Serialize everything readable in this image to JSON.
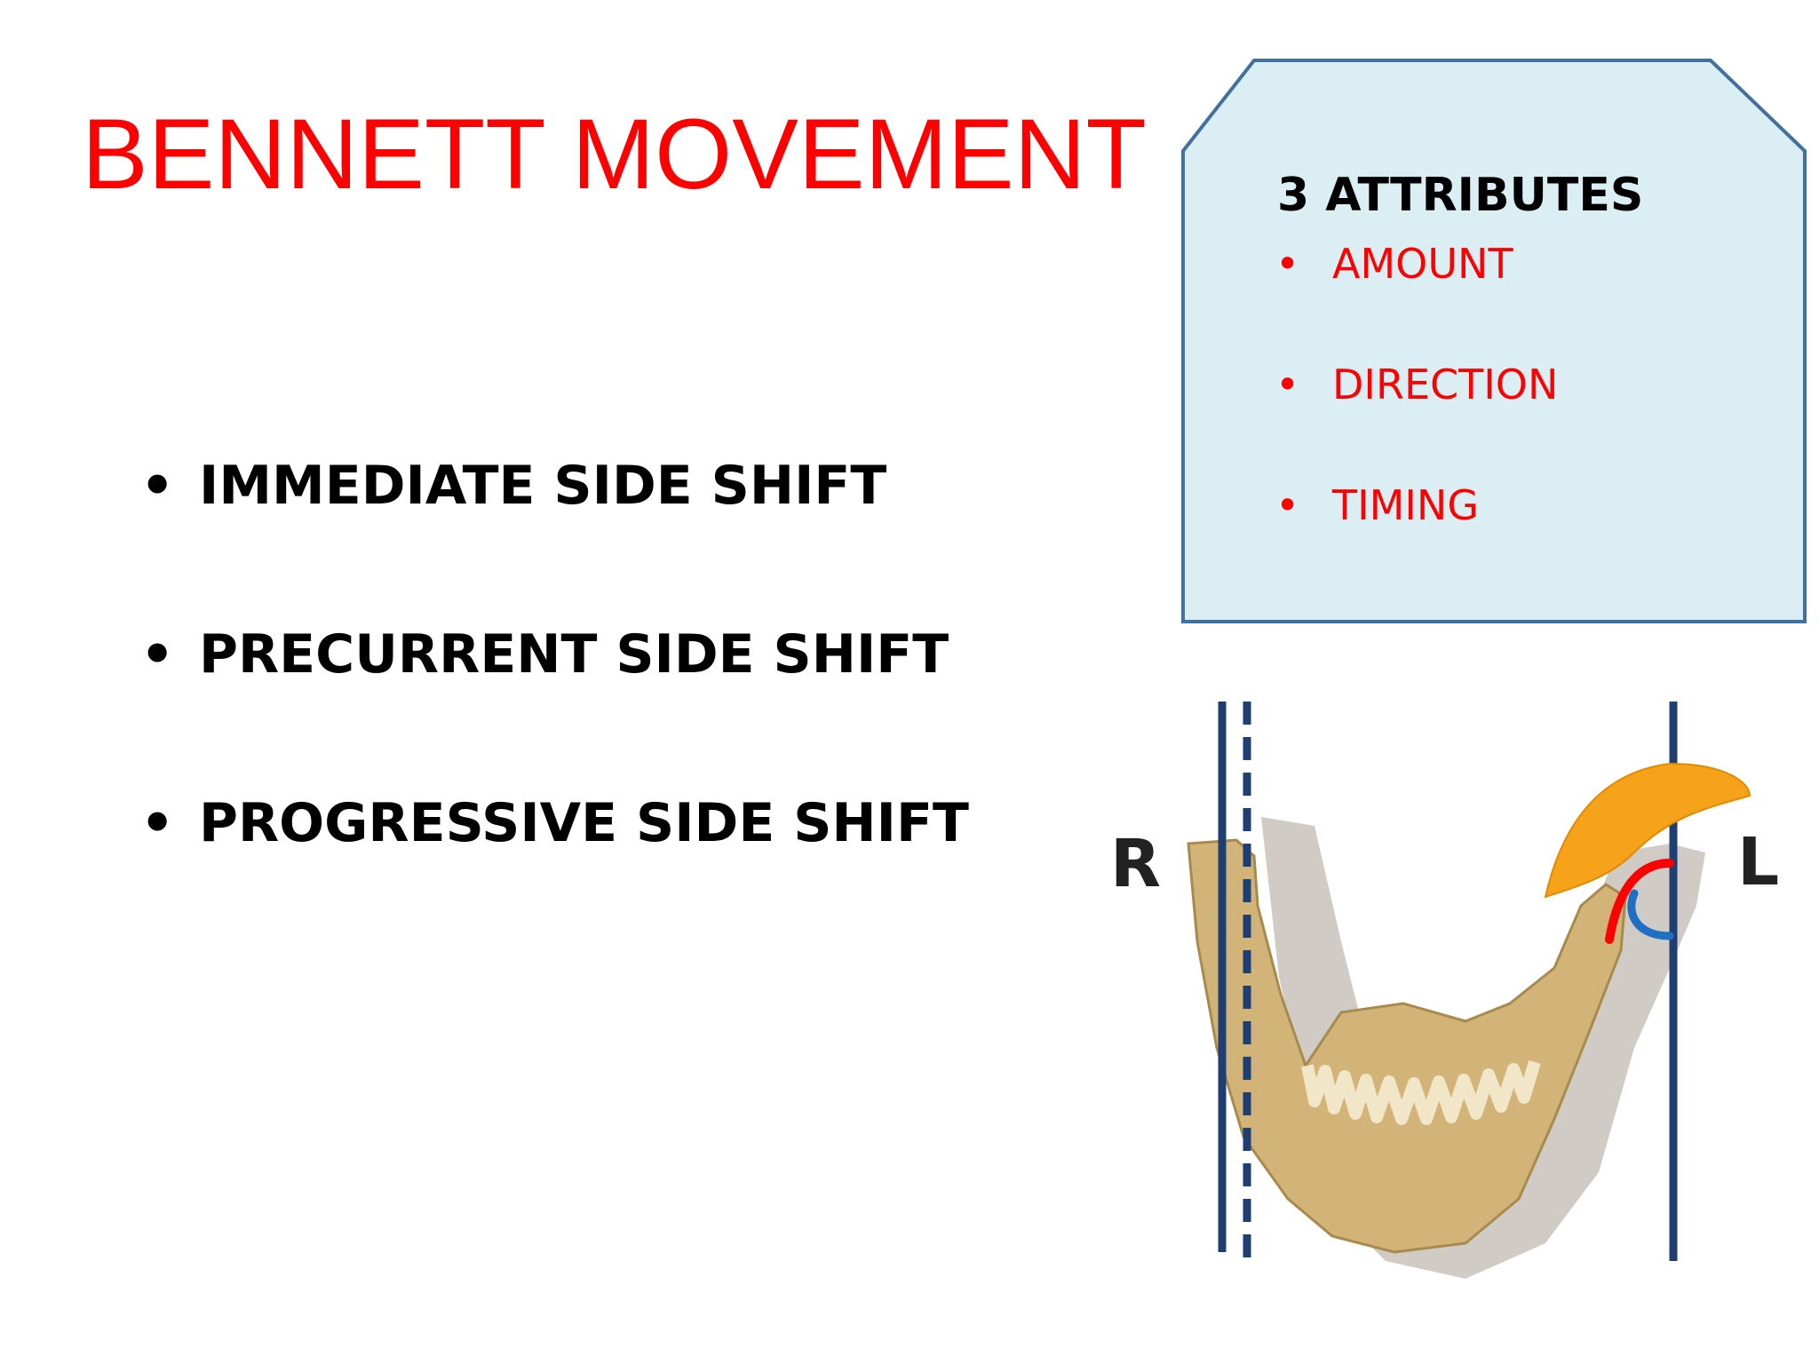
{
  "slide": {
    "title": "BENNETT MOVEMENT",
    "bullets": [
      "IMMEDIATE SIDE SHIFT",
      "PRECURRENT SIDE SHIFT",
      "PROGRESSIVE SIDE SHIFT"
    ],
    "bullet_glyph": "•"
  },
  "attributes_box": {
    "title": "3 ATTRIBUTES",
    "items": [
      "AMOUNT",
      "DIRECTION",
      "TIMING"
    ]
  },
  "diagram": {
    "right_label": "R",
    "left_label": "L"
  },
  "colors": {
    "title": "#ff0000",
    "attribute_items": "#ff0000",
    "box_fill": "#dbeef4",
    "box_border": "#41719c",
    "reference_lines": "#1f3f73",
    "bone": "#d2b478",
    "bone_shadow": "#c8c3bb",
    "disc": "#f7a21b",
    "path_red": "#ff0000",
    "path_blue": "#1f6fc4"
  }
}
